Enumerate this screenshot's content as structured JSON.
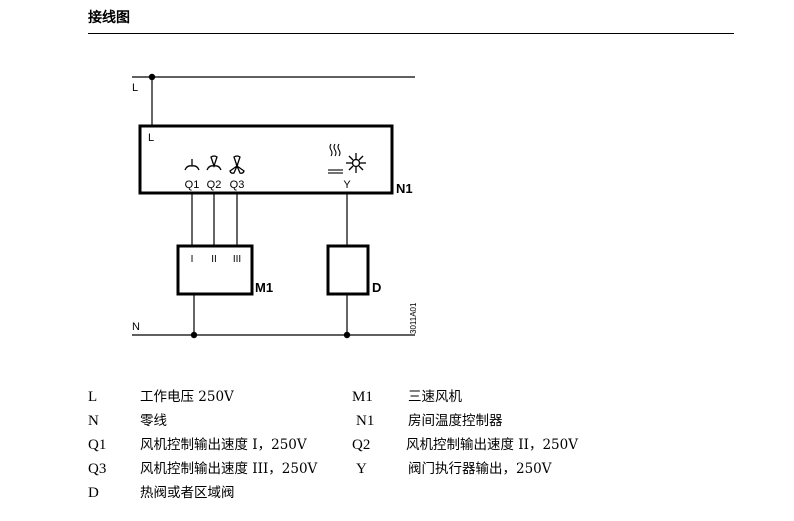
{
  "header": {
    "title": "接线图"
  },
  "diagram": {
    "lines": {
      "live": "L",
      "neutral": "N"
    },
    "controller": {
      "id": "N1",
      "live_terminal": "L",
      "fan_outputs": [
        "Q1",
        "Q2",
        "Q3"
      ],
      "valve_output": "Y"
    },
    "motor": {
      "id": "M1",
      "terminals": [
        "I",
        "II",
        "III"
      ]
    },
    "valve": {
      "id": "D"
    },
    "figure_code": "3011A01"
  },
  "legend": [
    {
      "symbol": "L",
      "text": "工作电压 250V"
    },
    {
      "symbol": "M1",
      "text": "三速风机"
    },
    {
      "symbol": "N",
      "text": "零线"
    },
    {
      "symbol": "N1",
      "text": "房间温度控制器"
    },
    {
      "symbol": "Q1",
      "text": "风机控制输出速度 I，250V"
    },
    {
      "symbol": "Q2",
      "text": "风机控制输出速度 II，250V"
    },
    {
      "symbol": "Q3",
      "text": "风机控制输出速度 III，250V"
    },
    {
      "symbol": "Y",
      "text": "阀门执行器输出，250V"
    },
    {
      "symbol": "D",
      "text": "热阀或者区域阀"
    }
  ]
}
